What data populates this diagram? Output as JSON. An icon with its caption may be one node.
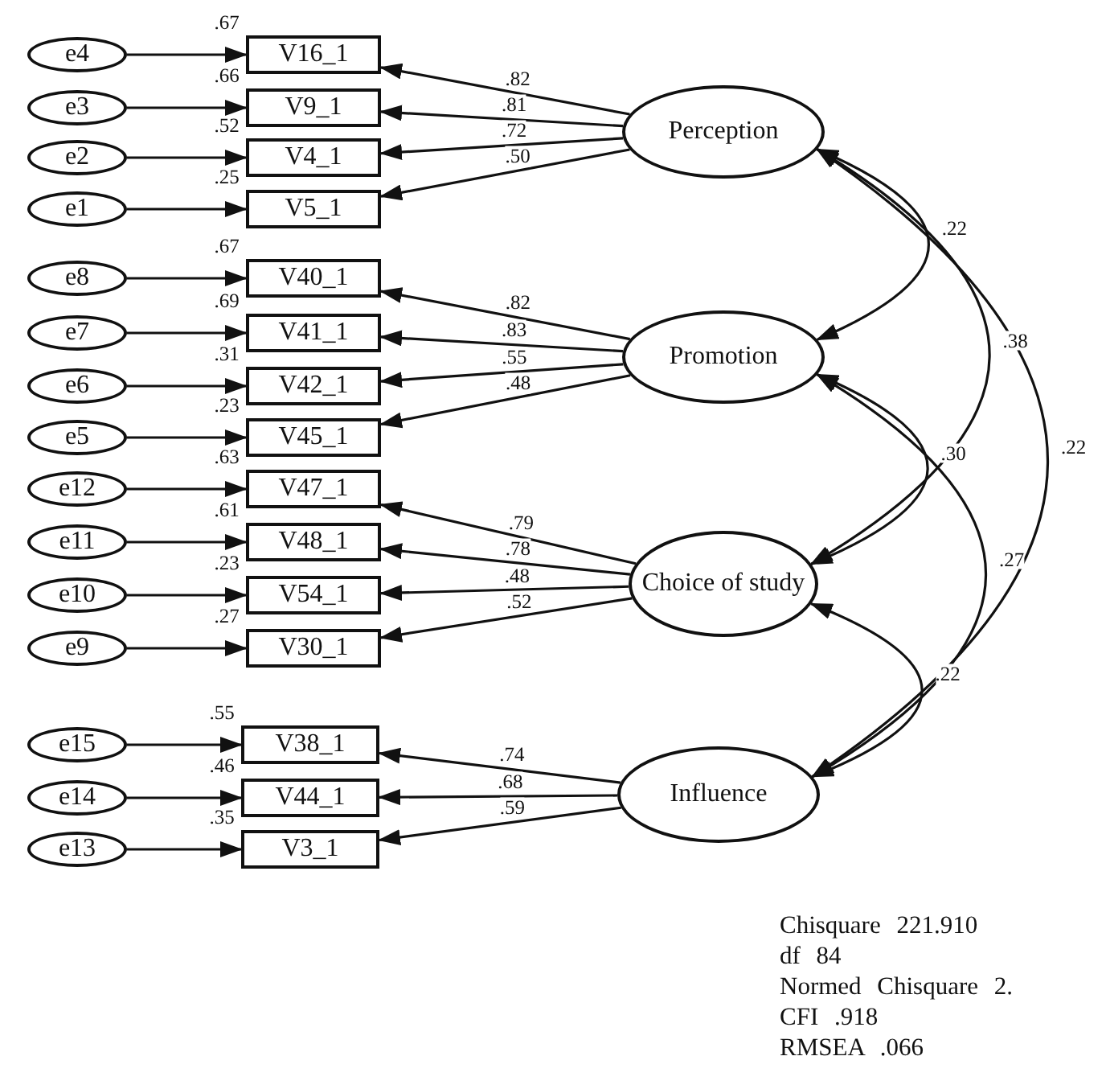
{
  "diagram": {
    "nodes": [
      {
        "text": [
          "e4"
        ]
      },
      {
        "text": [
          "V16_1"
        ],
        "beside": [
          ".67"
        ]
      },
      {
        "text": [
          "e3"
        ]
      },
      {
        "text": [
          "V9_1"
        ],
        "beside": [
          ".66"
        ]
      },
      {
        "text": [
          "e2"
        ]
      },
      {
        "text": [
          "V4_1"
        ],
        "beside": [
          ".52"
        ]
      },
      {
        "text": [
          "e1"
        ]
      },
      {
        "text": [
          "V5_1"
        ],
        "beside": [
          ".25"
        ]
      },
      {
        "text": [
          "Perception"
        ]
      },
      {
        "text": [
          "e8"
        ]
      },
      {
        "text": [
          "V40_1"
        ],
        "beside": [
          ".67"
        ]
      },
      {
        "text": [
          "e7"
        ]
      },
      {
        "text": [
          "V41_1"
        ],
        "beside": [
          ".69"
        ]
      },
      {
        "text": [
          "e6"
        ]
      },
      {
        "text": [
          "V42_1"
        ],
        "beside": [
          ".31"
        ]
      },
      {
        "text": [
          "e5"
        ]
      },
      {
        "text": [
          "V45_1"
        ],
        "beside": [
          ".23"
        ]
      },
      {
        "text": [
          "Promotion"
        ]
      },
      {
        "text": [
          "e12"
        ]
      },
      {
        "text": [
          "V47_1"
        ],
        "beside": [
          ".63"
        ]
      },
      {
        "text": [
          "e11"
        ]
      },
      {
        "text": [
          "V48_1"
        ],
        "beside": [
          ".61"
        ]
      },
      {
        "text": [
          "e10"
        ]
      },
      {
        "text": [
          "V54_1"
        ],
        "beside": [
          ".23"
        ]
      },
      {
        "text": [
          "e9"
        ]
      },
      {
        "text": [
          "V30_1"
        ],
        "beside": [
          ".27"
        ]
      },
      {
        "text": [
          "Choice of study"
        ]
      },
      {
        "text": [
          "e15"
        ]
      },
      {
        "text": [
          "V38_1"
        ],
        "beside": [
          ".55"
        ]
      },
      {
        "text": [
          "e14"
        ]
      },
      {
        "text": [
          "V44_1"
        ],
        "beside": [
          ".46"
        ]
      },
      {
        "text": [
          "e13"
        ]
      },
      {
        "text": [
          "V3_1"
        ],
        "beside": [
          ".35"
        ]
      },
      {
        "text": [
          "Influence"
        ]
      }
    ],
    "edges": [
      {
        "from": 0,
        "to": 1,
        "arrow": "to"
      },
      {
        "from": 2,
        "to": 3,
        "arrow": "to"
      },
      {
        "from": 4,
        "to": 5,
        "arrow": "to"
      },
      {
        "from": 6,
        "to": 7,
        "arrow": "to"
      },
      {
        "from": 8,
        "to": 1,
        "arrow": "to",
        "label": ".82"
      },
      {
        "from": 8,
        "to": 3,
        "arrow": "to",
        "label": ".81"
      },
      {
        "from": 8,
        "to": 5,
        "arrow": "to",
        "label": ".72"
      },
      {
        "from": 8,
        "to": 7,
        "arrow": "to",
        "label": ".50"
      },
      {
        "from": 9,
        "to": 10,
        "arrow": "to"
      },
      {
        "from": 11,
        "to": 12,
        "arrow": "to"
      },
      {
        "from": 13,
        "to": 14,
        "arrow": "to"
      },
      {
        "from": 15,
        "to": 16,
        "arrow": "to"
      },
      {
        "from": 17,
        "to": 10,
        "arrow": "to",
        "label": ".82"
      },
      {
        "from": 17,
        "to": 12,
        "arrow": "to",
        "label": ".83"
      },
      {
        "from": 17,
        "to": 14,
        "arrow": "to",
        "label": ".55"
      },
      {
        "from": 17,
        "to": 16,
        "arrow": "to",
        "label": ".48"
      },
      {
        "from": 18,
        "to": 19,
        "arrow": "to"
      },
      {
        "from": 20,
        "to": 21,
        "arrow": "to"
      },
      {
        "from": 22,
        "to": 23,
        "arrow": "to"
      },
      {
        "from": 24,
        "to": 25,
        "arrow": "to"
      },
      {
        "from": 26,
        "to": 19,
        "arrow": "to",
        "label": ".79"
      },
      {
        "from": 26,
        "to": 21,
        "arrow": "to",
        "label": ".78"
      },
      {
        "from": 26,
        "to": 23,
        "arrow": "to",
        "label": ".48"
      },
      {
        "from": 26,
        "to": 25,
        "arrow": "to",
        "label": ".52"
      },
      {
        "from": 27,
        "to": 28,
        "arrow": "to"
      },
      {
        "from": 29,
        "to": 30,
        "arrow": "to"
      },
      {
        "from": 31,
        "to": 32,
        "arrow": "to"
      },
      {
        "from": 33,
        "to": 28,
        "arrow": "to",
        "label": ".74"
      },
      {
        "from": 33,
        "to": 30,
        "arrow": "to",
        "label": ".68"
      },
      {
        "from": 33,
        "to": 32,
        "arrow": "to",
        "label": ".59"
      },
      {
        "from": 8,
        "to": 17,
        "arrow": "both",
        "label": ".22"
      },
      {
        "from": 8,
        "to": 26,
        "arrow": "both",
        "label": ".38"
      },
      {
        "from": 8,
        "to": 33,
        "arrow": "both",
        "label": ".22"
      },
      {
        "from": 17,
        "to": 26,
        "arrow": "both",
        "label": ".30"
      },
      {
        "from": 17,
        "to": 33,
        "arrow": "both",
        "label": ".27"
      },
      {
        "from": 26,
        "to": 33,
        "arrow": "both",
        "label": ".22"
      }
    ],
    "labels": [
      "Chisquare 221.910",
      "df 84",
      "Normed Chisquare 2.",
      "CFI .918",
      "RMSEA .066"
    ]
  }
}
